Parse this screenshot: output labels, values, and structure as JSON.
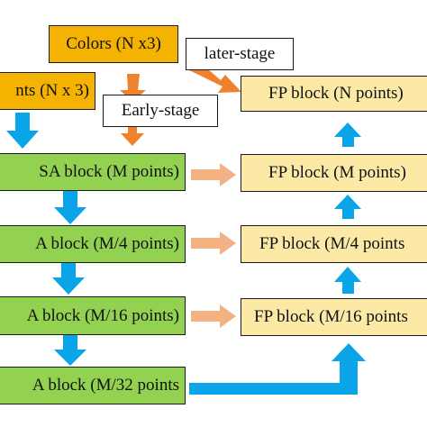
{
  "boxes": {
    "colors": "Colors (N x3)",
    "points_input": "nts (N x 3)",
    "later_stage": "later-stage",
    "early_stage": "Early-stage",
    "sa_m": "SA block (M points)",
    "sa_m4": "A block (M/4 points)",
    "sa_m16": "A block (M/16 points)",
    "sa_m32": "A block (M/32 points",
    "fp_n": "FP block (N points)",
    "fp_m": "FP block (M points)",
    "fp_m4": "FP block (M/4 points",
    "fp_m16": "FP block (M/16 points"
  },
  "colors": {
    "input_fill": "#f5b301",
    "sa_fill": "#93d150",
    "fp_fill": "#fde9a6",
    "blue_arrow": "#0aa5e8",
    "orange_arrow": "#f0822e",
    "skip_arrow": "#f4b183"
  }
}
